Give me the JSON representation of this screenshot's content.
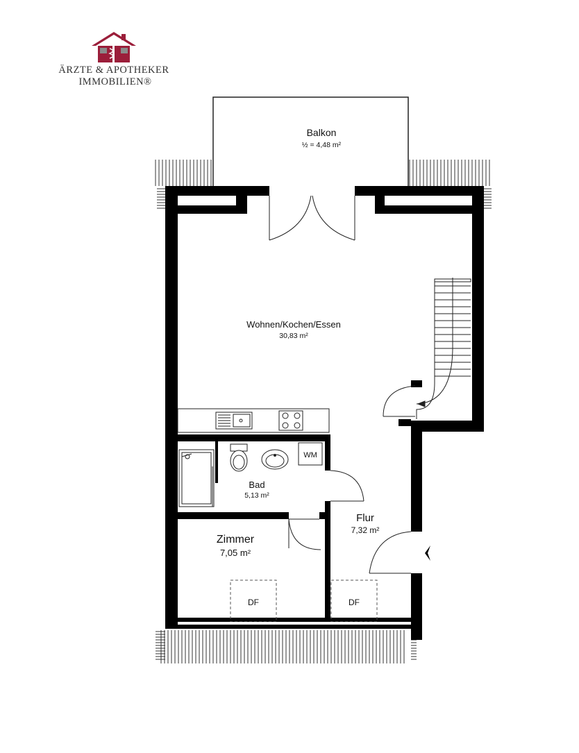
{
  "logo": {
    "line1": "ÄRZTE & APOTHEKER",
    "line2": "IMMOBILIEN®",
    "roof_color": "#9b1e3a",
    "window_color": "#8a8a8a",
    "icon": "house-caduceus-icon"
  },
  "rooms": {
    "balkon": {
      "name": "Balkon",
      "area": "½ = 4,48 m²"
    },
    "wohnen": {
      "name": "Wohnen/Kochen/Essen",
      "area": "30,83 m²"
    },
    "bad": {
      "name": "Bad",
      "area": "5,13 m²"
    },
    "flur": {
      "name": "Flur",
      "area": "7,32 m²"
    },
    "zimmer": {
      "name": "Zimmer",
      "area": "7,05 m²"
    }
  },
  "fixtures": {
    "washing_machine": "WM",
    "skylight_1": "DF",
    "skylight_2": "DF"
  },
  "colors": {
    "wall": "#000000",
    "line": "#222222",
    "hatch": "#333333"
  }
}
